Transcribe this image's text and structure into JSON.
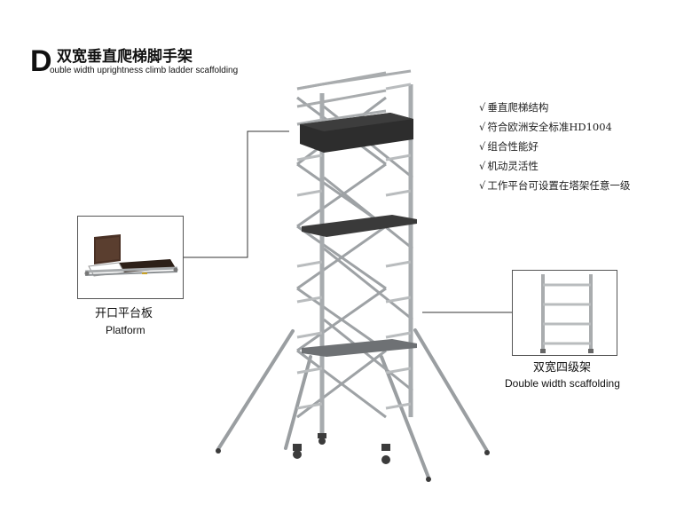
{
  "title": {
    "initial": "D",
    "chinese": "双宽垂直爬梯脚手架",
    "english": "ouble width uprightness climb ladder scaffolding"
  },
  "features": {
    "check": "√",
    "items": [
      "垂直爬梯结构",
      "符合欧洲安全标准HD1004",
      "组合性能好",
      "机动灵活性",
      "工作平台可设置在塔架任意一级"
    ]
  },
  "platform_callout": {
    "label_cn": "开口平台板",
    "label_en": "Platform"
  },
  "frame_callout": {
    "label_cn": "双宽四级架",
    "label_en": "Double width scaffolding"
  },
  "colors": {
    "aluminum": "#a9acae",
    "aluminum_dark": "#8d9194",
    "deck": "#2d2d2d",
    "board_brown": "#4a3125"
  }
}
